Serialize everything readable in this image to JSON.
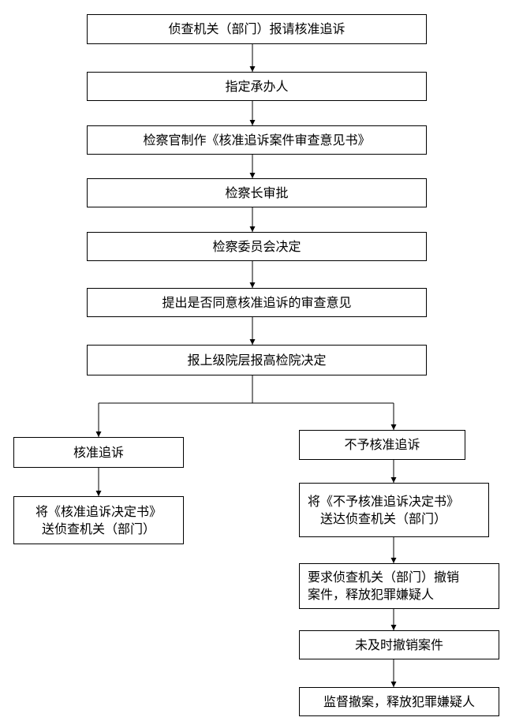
{
  "nodes": {
    "n1": "侦查机关（部门）报请核准追诉",
    "n2": "指定承办人",
    "n3": "检察官制作《核准追诉案件审查意见书》",
    "n4": "检察长审批",
    "n5": "检察委员会决定",
    "n6": "提出是否同意核准追诉的审查意见",
    "n7": "报上级院层报高检院决定",
    "left1": "核准追诉",
    "left2_line1": "将《核准追诉决定书》",
    "left2_line2": "送侦查机关（部门）",
    "right1": "不予核准追诉",
    "right2_line1": "将《不予核准追诉决定书》",
    "right2_line2": "送达侦查机关（部门）",
    "right3_line1": "要求侦查机关（部门）撤销",
    "right3_line2": "案件，释放犯罪嫌疑人",
    "right4": "未及时撤销案件",
    "right5": "监督撤案，释放犯罪嫌疑人"
  }
}
